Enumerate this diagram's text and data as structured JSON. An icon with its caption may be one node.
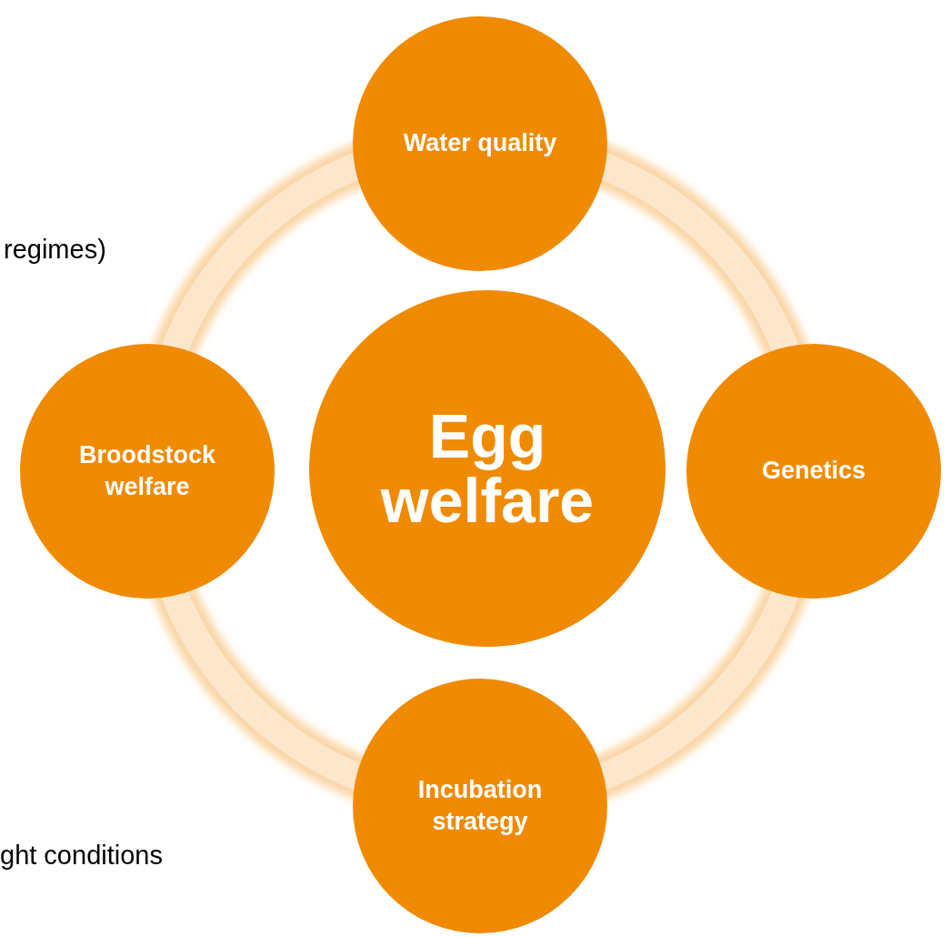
{
  "diagram": {
    "nodes": [
      {
        "text": [
          "Water quality"
        ]
      },
      {
        "text": [
          "Broodstock welfare"
        ]
      },
      {
        "text": [
          "Egg welfare"
        ]
      },
      {
        "text": [
          "Genetics"
        ]
      },
      {
        "text": [
          "Incubation strategy"
        ]
      }
    ],
    "labels": [
      "regimes)",
      "ght conditions"
    ]
  }
}
